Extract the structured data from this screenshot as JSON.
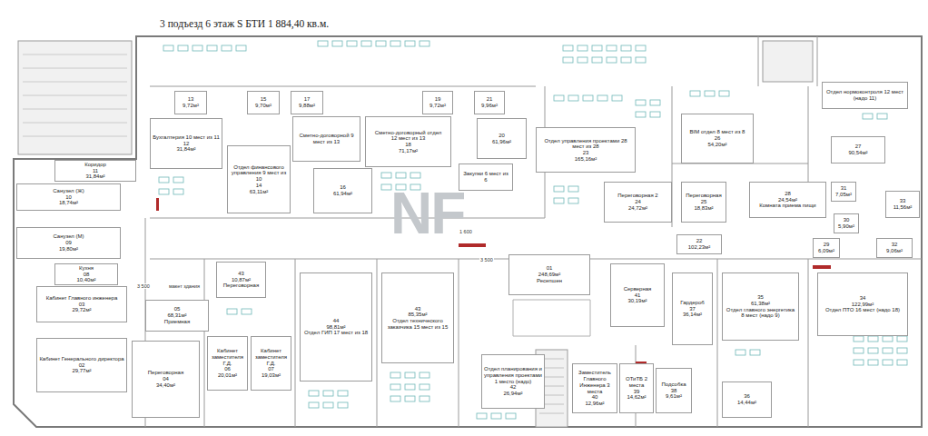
{
  "diagram": {
    "title": "3 подъезд 6 этаж S БТИ 1 884,40 кв.м.",
    "nodes": [
      {
        "text": [
          "13",
          "9,72м²"
        ]
      },
      {
        "text": [
          "Бухгалтерия 10 мест из 11",
          "12",
          "31,84м²"
        ]
      },
      {
        "text": [
          "15",
          "9,70м²"
        ]
      },
      {
        "text": [
          "17",
          "9,88м²"
        ]
      },
      {
        "text": [
          "Сметно-договорной 9 мест из 13"
        ]
      },
      {
        "text": [
          "Сметно-договорный отдел",
          "12 мест из 13",
          "18",
          "71,17м²"
        ]
      },
      {
        "text": [
          "19",
          "9,72м²"
        ]
      },
      {
        "text": [
          "21",
          "9,96м²"
        ]
      },
      {
        "text": [
          "20",
          "61,96м²"
        ]
      },
      {
        "text": [
          "Отдел финансового управления 9 мест из 10",
          "14",
          "63,11м²"
        ]
      },
      {
        "text": [
          "16",
          "61,94м²"
        ]
      },
      {
        "text": [
          "Закупки 6 мест из 6"
        ]
      },
      {
        "text": [
          "Отдел управления проектами 28 мест из 28",
          "23",
          "165,16м²"
        ]
      },
      {
        "text": [
          "BIM отдел 8 мест из 8",
          "26",
          "54,20м²"
        ]
      },
      {
        "text": [
          "Отдел нормоконтроля 12 мест (надо 11)"
        ]
      },
      {
        "text": [
          "27",
          "90,54м²"
        ]
      },
      {
        "text": [
          "Переговорная 2",
          "24",
          "24,72м²"
        ]
      },
      {
        "text": [
          "Переговорная",
          "25",
          "18,83м²"
        ]
      },
      {
        "text": [
          "28",
          "24,54м²",
          "Комната приема пищи"
        ]
      },
      {
        "text": [
          "31",
          "7,05м²"
        ]
      },
      {
        "text": [
          "33",
          "11,56м²"
        ]
      },
      {
        "text": [
          "30",
          "5,90м²"
        ]
      },
      {
        "text": [
          "29",
          "6,09м²"
        ]
      },
      {
        "text": [
          "32",
          "9,06м²"
        ]
      },
      {
        "text": [
          "22",
          "102,23м²"
        ]
      },
      {
        "text": [
          "Коридор",
          "11",
          "31,84м²"
        ]
      },
      {
        "text": [
          "Санузел (Ж)",
          "10",
          "18,74м²"
        ]
      },
      {
        "text": [
          "Санузел (М)",
          "09",
          "19,80м²"
        ]
      },
      {
        "text": [
          "Кухня",
          "08",
          "10,40м²"
        ]
      },
      {
        "text": [
          "Кабинет Главного инженера",
          "03",
          "29,72м²"
        ]
      },
      {
        "text": [
          "Кабинет Генерального директора",
          "02",
          "29,77м²"
        ]
      },
      {
        "text": [
          "Переговорная",
          "04",
          "34,40м²"
        ]
      },
      {
        "text": [
          "05",
          "68,31м²",
          "Приемная"
        ]
      },
      {
        "text": [
          "43",
          "10,87м²",
          "Переговорная"
        ]
      },
      {
        "text": [
          "Кабинет заместителя Г.Д.",
          "06",
          "20,01м²"
        ]
      },
      {
        "text": [
          "Кабинет заместителя Г.Д.",
          "07",
          "19,03м²"
        ]
      },
      {
        "text": [
          "44",
          "98,81м²",
          "Отдел ГИП 17 мест из 18"
        ]
      },
      {
        "text": [
          "43",
          "85,35м²",
          "Отдел технического заказчика 15 мест из 15"
        ]
      },
      {
        "text": [
          "Отдел планирования и управления проектами 1 место (надо)",
          "42",
          "26,94м²"
        ]
      },
      {
        "text": [
          "01",
          "248,69м²",
          "Ресепшен"
        ]
      },
      {
        "text": [
          "Серверная",
          "41",
          "30,19м²"
        ]
      },
      {
        "text": [
          "Заместитель Главного Инженера 3 места",
          "40",
          "12,96м²"
        ]
      },
      {
        "text": [
          "ОТиТБ 2 места",
          "39",
          "14,62м²"
        ]
      },
      {
        "text": [
          "Подсобка",
          "38",
          "9,61м²"
        ]
      },
      {
        "text": [
          "Гардероб",
          "37",
          "36,14м²"
        ]
      },
      {
        "text": [
          "35",
          "61,38м²",
          "Отдел главного энергетика 8 мест (надо 9)"
        ]
      },
      {
        "text": [
          "36",
          "14,44м²"
        ]
      },
      {
        "text": [
          "34",
          "122,99м²",
          "Отдел ПТО 16 мест (надо 18)"
        ]
      }
    ],
    "labels": [
      "3 500",
      "макет здания",
      "3 500",
      "1 600",
      "NF"
    ]
  }
}
